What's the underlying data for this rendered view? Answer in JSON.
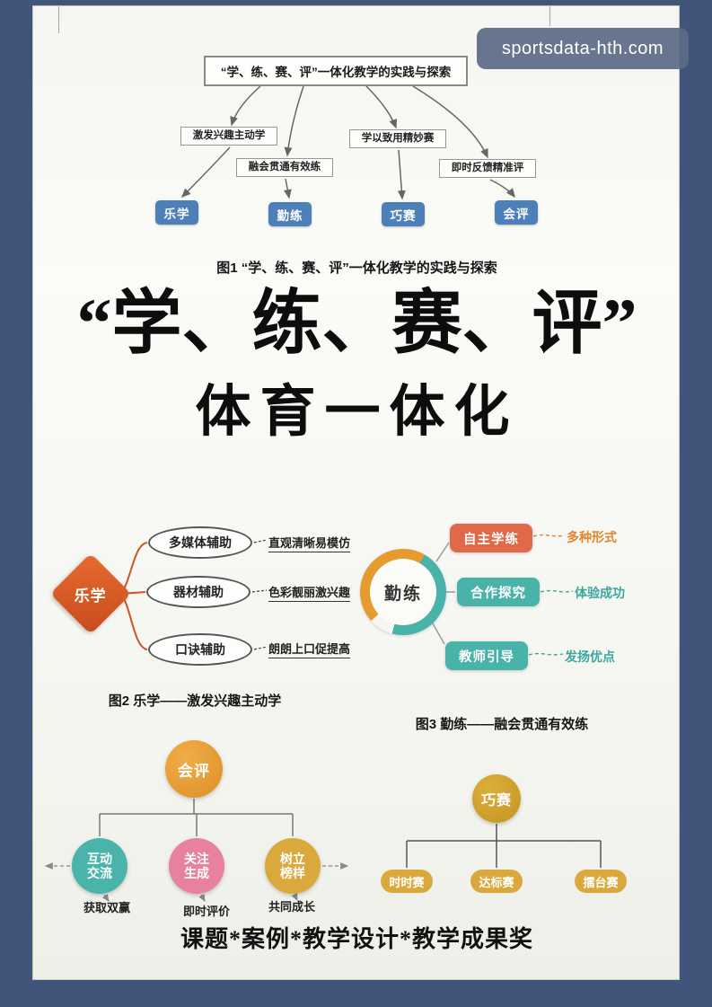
{
  "watermark": {
    "text": "sportsdata-hth.com"
  },
  "fig1": {
    "title": "“学、练、赛、评”一体化教学的实践与探索",
    "branches": [
      {
        "label": "激发兴趣主动学",
        "node": "乐学"
      },
      {
        "label": "融会贯通有效练",
        "node": "勤练"
      },
      {
        "label": "学以致用精妙赛",
        "node": "巧赛"
      },
      {
        "label": "即时反馈精准评",
        "node": "会评"
      }
    ],
    "caption": "图1 “学、练、赛、评”一体化教学的实践与探索"
  },
  "headline": {
    "line1": "“学、练、赛、评”",
    "line2": "体育一体化"
  },
  "fig2": {
    "center": "乐学",
    "items": [
      {
        "node": "多媒体辅助",
        "note": "直观清晰易模仿"
      },
      {
        "node": "器材辅助",
        "note": "色彩靓丽激兴趣"
      },
      {
        "node": "口诀辅助",
        "note": "朗朗上口促提高"
      }
    ],
    "caption": "图2 乐学——激发兴趣主动学"
  },
  "fig3": {
    "center": "勤练",
    "items": [
      {
        "node": "自主学练",
        "note": "多种形式"
      },
      {
        "node": "合作探究",
        "note": "体验成功"
      },
      {
        "node": "教师引导",
        "note": "发扬优点"
      }
    ],
    "caption": "图3 勤练——融会贯通有效练"
  },
  "fig4": {
    "center": "会评",
    "items": [
      {
        "node": "互动交流",
        "note": "获取双赢"
      },
      {
        "node": "关注生成",
        "note": "即时评价"
      },
      {
        "node": "树立榜样",
        "note": "共同成长"
      }
    ]
  },
  "fig5": {
    "center": "巧赛",
    "items": [
      {
        "node": "时时赛"
      },
      {
        "node": "达标赛"
      },
      {
        "node": "擂台赛"
      }
    ]
  },
  "footer": {
    "text": "课题*案例*教学设计*教学成果奖"
  },
  "colors": {
    "frame_blue": "#41547a",
    "node_blue": "#4d80b8",
    "orange_red": "#dd5f2d",
    "teal": "#49b3a9",
    "pink": "#e8819f",
    "gold": "#d9a93d",
    "amber": "#e79b33"
  }
}
